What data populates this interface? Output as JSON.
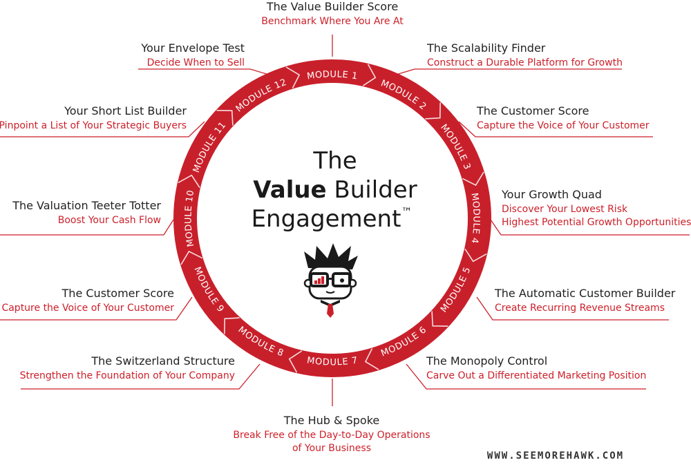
{
  "center": {
    "line1": "The",
    "line2_bold": "Value",
    "line2_rest": " Builder",
    "line3": "Engagement",
    "trademark": "™"
  },
  "colors": {
    "accent": "#cc1f29",
    "ring": "#c8202b",
    "text": "#222222"
  },
  "mascot_icon": "geek-mascot-with-glasses-and-chart-icon",
  "website": "WWW.SEEMOREHAWK.COM",
  "modules": [
    {
      "ring_label": "MODULE 1",
      "title": "The Value Builder Score",
      "subtitle": [
        "Benchmark Where You Are At"
      ]
    },
    {
      "ring_label": "MODULE 2",
      "title": "The Scalability Finder",
      "subtitle": [
        "Construct a Durable Platform for Growth"
      ]
    },
    {
      "ring_label": "MODULE 3",
      "title": "The Customer Score",
      "subtitle": [
        "Capture the Voice of Your Customer"
      ]
    },
    {
      "ring_label": "MODULE 4",
      "title": "Your Growth Quad",
      "subtitle": [
        "Discover Your Lowest Risk",
        "Highest Potential Growth Opportunities"
      ]
    },
    {
      "ring_label": "MODULE 5",
      "title": "The Automatic Customer Builder",
      "subtitle": [
        "Create Recurring Revenue Streams"
      ]
    },
    {
      "ring_label": "MODULE 6",
      "title": "The Monopoly Control",
      "subtitle": [
        "Carve Out a Differentiated Marketing Position"
      ]
    },
    {
      "ring_label": "MODULE 7",
      "title": "The Hub & Spoke",
      "subtitle": [
        "Break Free of the Day-to-Day Operations",
        "of Your Business"
      ]
    },
    {
      "ring_label": "MODULE 8",
      "title": "The Switzerland Structure",
      "subtitle": [
        "Strengthen the Foundation of Your Company"
      ]
    },
    {
      "ring_label": "MODULE 9",
      "title": "The Customer Score",
      "subtitle": [
        "Capture the Voice of Your Customer"
      ]
    },
    {
      "ring_label": "MODULE 10",
      "title": "The Valuation Teeter Totter",
      "subtitle": [
        "Boost Your Cash Flow"
      ]
    },
    {
      "ring_label": "MODULE 11",
      "title": "Your Short List Builder",
      "subtitle": [
        "Pinpoint a List of Your Strategic Buyers"
      ]
    },
    {
      "ring_label": "MODULE 12",
      "title": "Your Envelope Test",
      "subtitle": [
        "Decide When to Sell"
      ]
    }
  ]
}
